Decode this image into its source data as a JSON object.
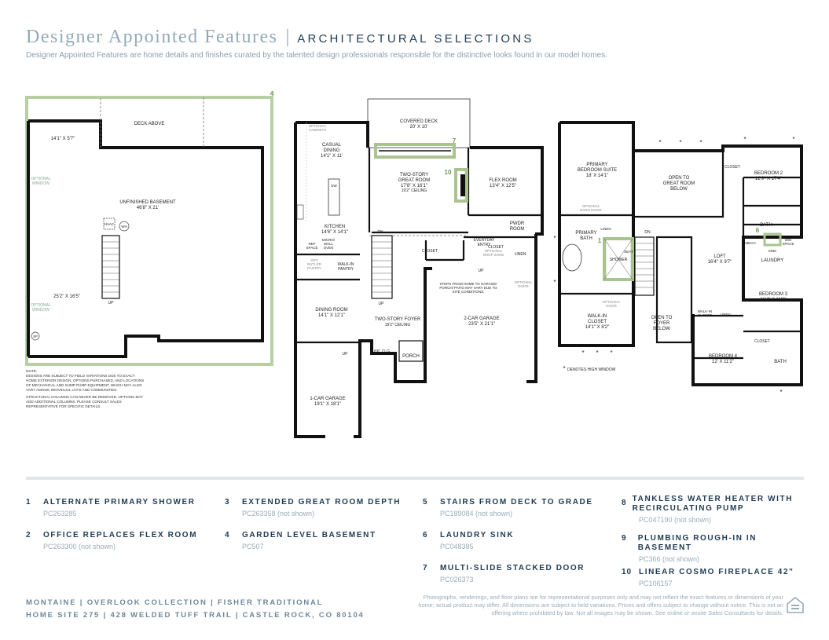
{
  "header": {
    "title": "Designer Appointed Features",
    "separator": "|",
    "subtitle": "ARCHITECTURAL SELECTIONS",
    "intro": "Designer Appointed Features are home details and finishes curated by the talented design professionals responsible for the distinctive looks found in our model homes."
  },
  "plans": {
    "basement": {
      "number": "4",
      "deck_above": "DECK ABOVE",
      "room_small": "14'1\" X 5'7\"",
      "window1": [
        "OPTIONAL",
        "WINDOW"
      ],
      "window2": [
        "OPTIONAL",
        "WINDOW"
      ],
      "unfinished_name": "UNFINISHED BASEMENT",
      "unfinished_dim": "46'8\" X 21'",
      "hvac": "HVAC",
      "wh": "WH",
      "up": "UP",
      "room_lower": "25'2\" X 16'5\"",
      "sp": "SP",
      "note": [
        "NOTE:",
        "DESIGNS ARE SUBJECT TO FIELD VARIATIONS DUE TO EXACT",
        "HOME EXTERIOR DESIGN, OPTIONS PURCHASED, AND LOCATIONS",
        "OF MECHANICAL AND SUMP PUMP EQUIPMENT, WHICH MAY ALSO",
        "VARY AMONG INDIVIDUAL LOTS AND COMMUNITIES.",
        "",
        "STRUCTURAL COLUMNS CAN NEVER BE REMOVED. OPTIONS MAY",
        "ADD ADDITIONAL COLUMNS. PLEASE CONSULT SALES",
        "REPRESENTATIVE FOR SPECIFIC DETAILS."
      ]
    },
    "main": {
      "covered_deck": "COVERED DECK",
      "covered_deck_dim": "20' X 10'",
      "optional_cabinets": [
        "OPTIONAL",
        "CABINETS"
      ],
      "casual_dining": [
        "CASUAL",
        "DINING"
      ],
      "casual_dining_dim": "14'1\" X 11'",
      "great_room": [
        "TWO-STORY",
        "GREAT ROOM"
      ],
      "great_room_dim": "17'8\" X 16'1\"",
      "great_room_ceiling": "19'2\" CEILING",
      "flex_room": "FLEX ROOM",
      "flex_room_dim": "13'4\" X 12'5\"",
      "dw": "DW",
      "kitchen": "KITCHEN",
      "kitchen_dim": "14'6\" X 14'1\"",
      "ref_space": [
        "REF",
        "SPACE"
      ],
      "micro_wall": [
        "MICRO/",
        "WALL",
        "OVEN"
      ],
      "dn": "DN",
      "pwdr_room": [
        "PWDR",
        "ROOM"
      ],
      "everyday_entry": [
        "EVERYDAY",
        "ENTRY"
      ],
      "optional_drop_zone": [
        "OPTIONAL",
        "DROP ZONE"
      ],
      "closet_a": "CLOSET",
      "closet_b": "CLOSET",
      "linen": "LINEN",
      "opt_butler": [
        "OPT",
        "BUTLER",
        "PANTRY"
      ],
      "walk_in_pantry": [
        "WALK-IN",
        "PANTRY"
      ],
      "up_a": "UP",
      "steps_note": [
        "STEPS FROM HOME TO GARAGE/",
        "PORCH/ PATIO MAY VARY DUE TO",
        "SITE CONDITIONS."
      ],
      "optional_door": [
        "OPTIONAL",
        "DOOR"
      ],
      "dining_room": "DINING ROOM",
      "dining_room_dim": "14'1\" X 12'1\"",
      "up_b": "UP",
      "two_story_foyer": "TWO-STORY FOYER",
      "foyer_ceiling": "19'2\" CEILING",
      "two_car_garage": "2-CAR GARAGE",
      "two_car_dim": "23'5\" X 21'1\"",
      "up_c": "UP",
      "clg": "8'6\" CLG",
      "porch": "PORCH",
      "one_car_garage": "1-CAR GARAGE",
      "one_car_dim": "19'1\" X 18'1\"",
      "marker_7": "7",
      "marker_10": "10"
    },
    "upper": {
      "primary_suite": [
        "PRIMARY",
        "BEDROOM SUITE"
      ],
      "primary_suite_dim": "18' X 14'1\"",
      "optional_barn": [
        "OPTIONAL",
        "BARN DOOR"
      ],
      "primary_bath": [
        "PRIMARY",
        "BATH"
      ],
      "linen_a": "LINEN",
      "seat": "SEAT",
      "shower": "SHOWER",
      "marker_1": "1",
      "dn": "DN",
      "walk_in_closet": [
        "WALK-IN",
        "CLOSET"
      ],
      "walk_in_dim": "14'1\" X 8'2\"",
      "optional_door": [
        "OPTIONAL",
        "DOOR"
      ],
      "open_great": [
        "OPEN TO",
        "GREAT ROOM",
        "BELOW"
      ],
      "open_foyer": [
        "OPEN TO",
        "FOYER",
        "BELOW"
      ],
      "closet_a": "CLOSET",
      "bedroom2": "BEDROOM 2",
      "bedroom2_dim": "12'9\" X 17'4\"",
      "bath_a": "BATH",
      "marker_6": "6",
      "mech": "MECH",
      "sink": "SINK",
      "wd_space": [
        "W/D",
        "SPACE"
      ],
      "laundry": "LAUNDRY",
      "loft": "LOFT",
      "loft_dim": "16'4\" X 9'7\"",
      "bedroom3": "BEDROOM 3",
      "bedroom3_dim": "11'4\" X 11'2\"",
      "walk_in_small": [
        "WALK-IN",
        "CLOSET"
      ],
      "linen_b": "LINEN",
      "closet_b": "CLOSET",
      "bedroom4": "BEDROOM 4",
      "bedroom4_dim": "12' X 11'2\"",
      "bath_b": "BATH",
      "high_window": "DENOTES HIGH WINDOW",
      "star": "*"
    }
  },
  "features": [
    {
      "num": "1",
      "title": "ALTERNATE PRIMARY SHOWER",
      "code": "PC263285"
    },
    {
      "num": "2",
      "title": "OFFICE REPLACES FLEX ROOM",
      "code": "PC263300 (not shown)"
    },
    {
      "num": "3",
      "title": "EXTENDED GREAT ROOM DEPTH",
      "code": "PC263358 (not shown)"
    },
    {
      "num": "4",
      "title": "GARDEN LEVEL BASEMENT",
      "code": "PC507"
    },
    {
      "num": "5",
      "title": "STAIRS FROM DECK TO GRADE",
      "code": "PC189084 (not shown)"
    },
    {
      "num": "6",
      "title": "LAUNDRY SINK",
      "code": "PC048385"
    },
    {
      "num": "7",
      "title": "MULTI-SLIDE STACKED DOOR",
      "code": "PC026373"
    },
    {
      "num": "8",
      "title": "TANKLESS WATER HEATER WITH RECIRCULATING PUMP",
      "code": "PC047190 (not shown)"
    },
    {
      "num": "9",
      "title": "PLUMBING ROUGH-IN IN BASEMENT",
      "code": "PC366 (not shown)"
    },
    {
      "num": "10",
      "title": "LINEAR COSMO FIREPLACE 42\"",
      "code": "PC106157"
    }
  ],
  "footer": {
    "line1": "MONTAINE | OVERLOOK COLLECTION | FISHER TRADITIONAL",
    "line2": "HOME SITE 275 | 428 WELDED TUFF TRAIL | CASTLE ROCK, CO 80104",
    "disclaimer": "Photographs, renderings, and floor plans are for representational purposes only and may not reflect the exact features or dimensions of your home; actual product may differ. All dimensions are subject to field variations. Prices and offers subject to change without notice. This is not an offering where prohibited by law. Not all images may be shown. See online or onsite Sales Consultants for details."
  },
  "colors": {
    "navy": "#1f3a52",
    "title_blue": "#93aab9",
    "highlight_green": "#a9c48f",
    "wall": "#111111"
  },
  "icons": {
    "equal_housing": "equal-housing-icon"
  }
}
